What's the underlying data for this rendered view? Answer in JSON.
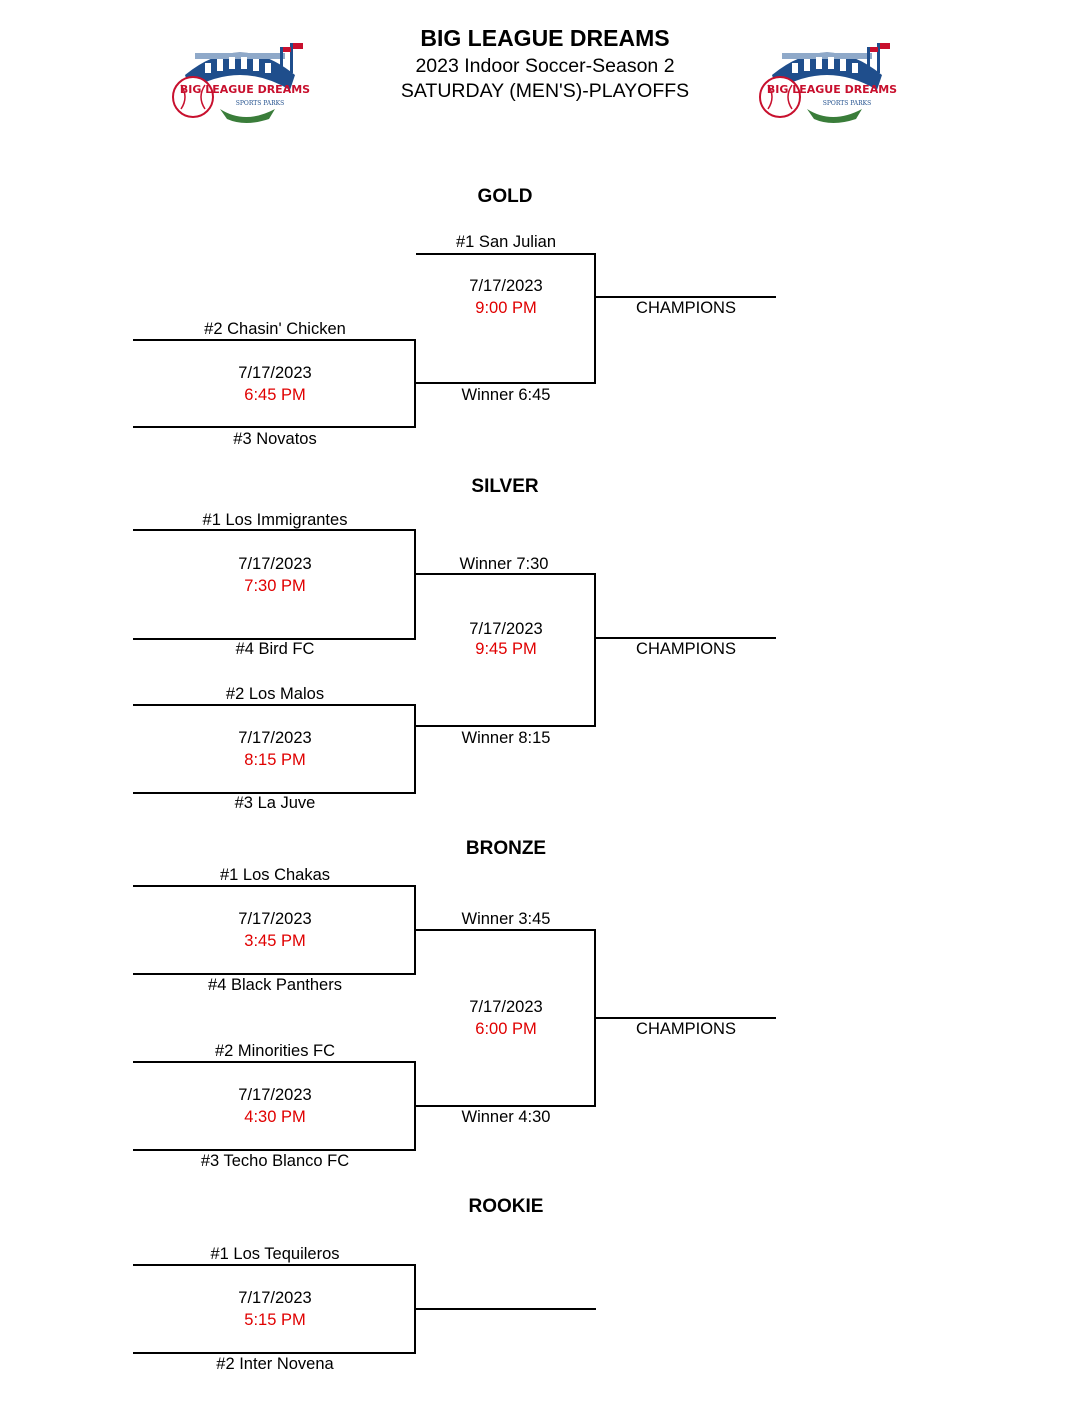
{
  "header": {
    "title": "BIG LEAGUE DREAMS",
    "subtitle": "2023 Indoor Soccer-Season 2",
    "division": "SATURDAY (MEN'S)-PLAYOFFS",
    "logo_text_1": "BIG LEAGUE DREAMS",
    "logo_text_2": "SPORTS PARKS"
  },
  "colors": {
    "time": "#e00000",
    "logo_blue": "#1f4e8c",
    "logo_red": "#c8102e"
  },
  "gold": {
    "label": "GOLD",
    "seed1": "#1 San Julian",
    "final_date": "7/17/2023",
    "final_time": "9:00 PM",
    "champions": "CHAMPIONS",
    "semi_top": "#2 Chasin' Chicken",
    "semi_date": "7/17/2023",
    "semi_time": "6:45 PM",
    "semi_bottom": "#3 Novatos",
    "winner": "Winner 6:45"
  },
  "silver": {
    "label": "SILVER",
    "s1_top": "#1 Los Immigrantes",
    "s1_date": "7/17/2023",
    "s1_time": "7:30 PM",
    "s1_bottom": "#4 Bird FC",
    "s1_winner": "Winner 7:30",
    "final_date": "7/17/2023",
    "final_time": "9:45 PM",
    "champions": "CHAMPIONS",
    "s2_top": "#2 Los Malos",
    "s2_date": "7/17/2023",
    "s2_time": "8:15 PM",
    "s2_bottom": "#3 La Juve",
    "s2_winner": "Winner 8:15"
  },
  "bronze": {
    "label": "BRONZE",
    "s1_top": "#1 Los Chakas",
    "s1_date": "7/17/2023",
    "s1_time": "3:45 PM",
    "s1_bottom": "#4 Black Panthers",
    "s1_winner": "Winner 3:45",
    "final_date": "7/17/2023",
    "final_time": "6:00 PM",
    "champions": "CHAMPIONS",
    "s2_top": "#2 Minorities FC",
    "s2_date": "7/17/2023",
    "s2_time": "4:30 PM",
    "s2_bottom": "#3 Techo Blanco FC",
    "s2_winner": "Winner 4:30"
  },
  "rookie": {
    "label": "ROOKIE",
    "top": "#1 Los Tequileros",
    "date": "7/17/2023",
    "time": "5:15 PM",
    "bottom": "#2 Inter Novena"
  }
}
